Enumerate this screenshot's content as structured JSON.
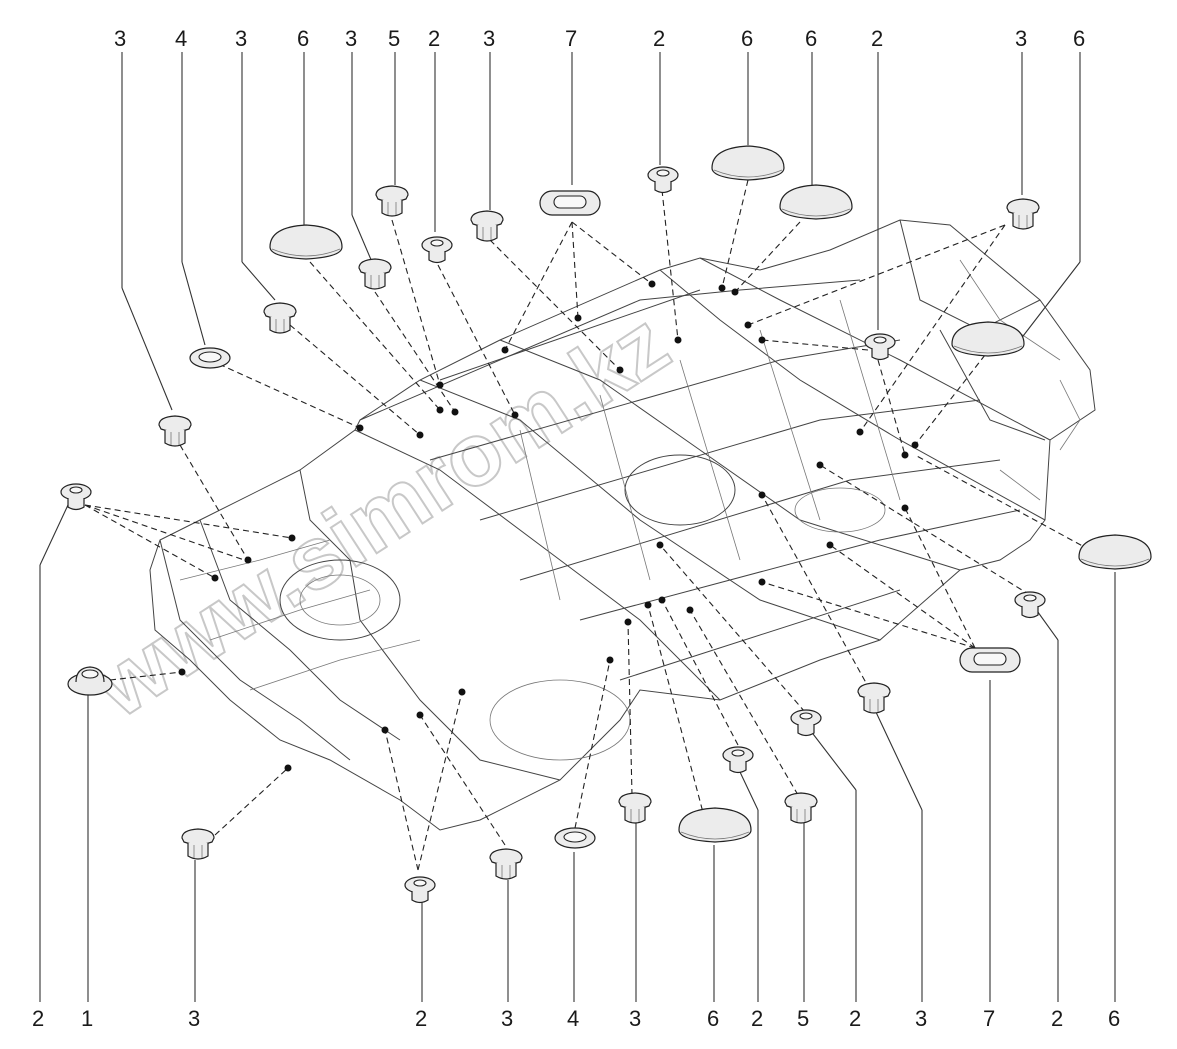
{
  "watermark": "www.simrom.kz",
  "callouts_top": [
    "3",
    "4",
    "3",
    "6",
    "3",
    "5",
    "2",
    "3",
    "7",
    "2",
    "6",
    "6",
    "2",
    "3",
    "6"
  ],
  "callouts_bottom": [
    "2",
    "1",
    "3",
    "2",
    "3",
    "4",
    "3",
    "6",
    "2",
    "5",
    "2",
    "3",
    "7",
    "2",
    "6"
  ]
}
